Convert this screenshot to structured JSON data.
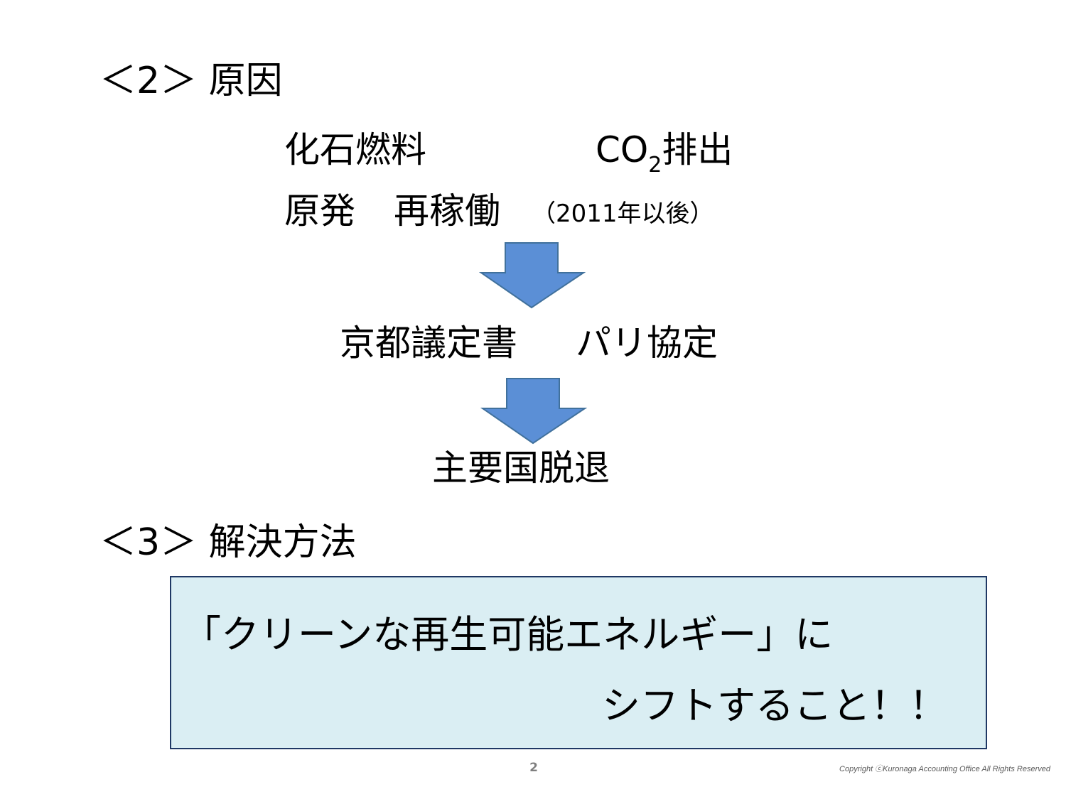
{
  "section2": {
    "heading": "＜2＞ 原因",
    "fossil_fuel": "化石燃料",
    "co2_main": "CO",
    "co2_sub": "2",
    "co2_tail": "排出",
    "nuclear": "原発",
    "restart": "再稼働",
    "restart_note": "（2011年以後）",
    "protocol_line": "京都議定書",
    "paris_line": "パリ協定",
    "withdrawal": "主要国脱退"
  },
  "section3": {
    "heading": "＜3＞ 解決方法",
    "box_line1": "「クリーンな再生可能エネルギー」に",
    "box_line2": "シフトすること！！"
  },
  "footer": {
    "page_number": "2",
    "copyright": "Copyright ⓒKuronaga Accounting Office All Rights Reserved"
  },
  "colors": {
    "arrow_fill": "#5b8fd6",
    "arrow_stroke": "#41719c",
    "box_fill": "#daeef3",
    "box_border": "#1f3864"
  }
}
